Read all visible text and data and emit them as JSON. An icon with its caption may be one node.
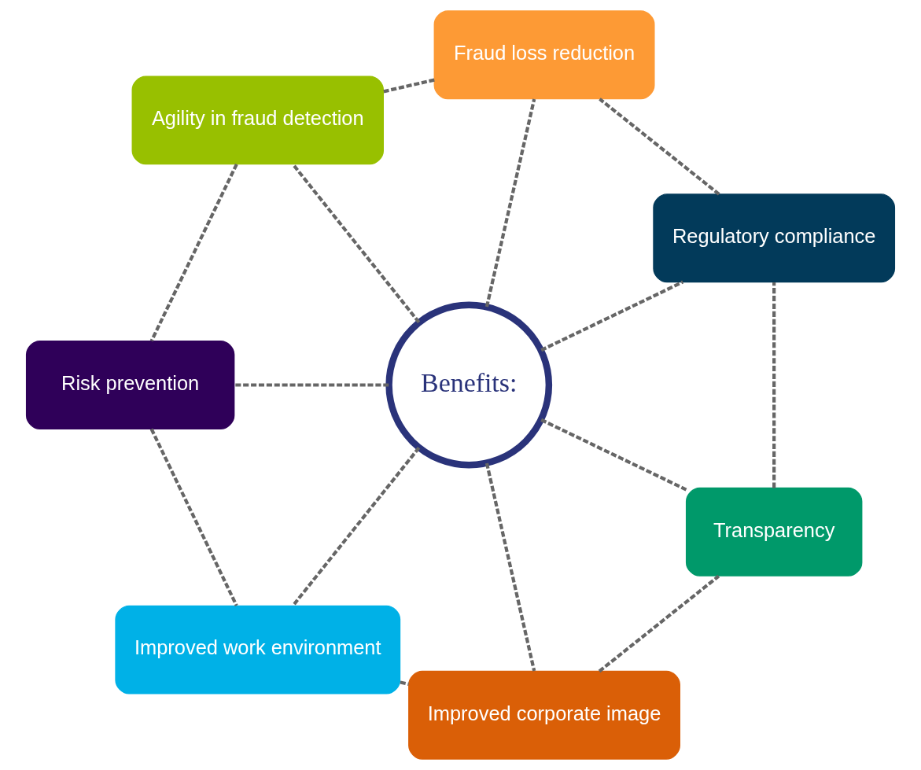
{
  "diagram": {
    "nodes": [
      {
        "text": [
          "Benefits:"
        ]
      },
      {
        "text": [
          "Regulatory compliance"
        ]
      },
      {
        "text": [
          "Fraud loss reduction"
        ]
      },
      {
        "text": [
          "Agility in fraud detection"
        ]
      },
      {
        "text": [
          "Risk prevention"
        ]
      },
      {
        "text": [
          "Improved work environment"
        ]
      },
      {
        "text": [
          "Improved corporate image"
        ]
      },
      {
        "text": [
          "Transparency"
        ]
      }
    ],
    "edges": [
      {
        "from": 0,
        "to": 1,
        "arrow": "none",
        "style": "dashed"
      },
      {
        "from": 0,
        "to": 2,
        "arrow": "none",
        "style": "dashed"
      },
      {
        "from": 0,
        "to": 3,
        "arrow": "none",
        "style": "dashed"
      },
      {
        "from": 0,
        "to": 4,
        "arrow": "none",
        "style": "dashed"
      },
      {
        "from": 0,
        "to": 5,
        "arrow": "none",
        "style": "dashed"
      },
      {
        "from": 0,
        "to": 6,
        "arrow": "none",
        "style": "dashed"
      },
      {
        "from": 0,
        "to": 7,
        "arrow": "none",
        "style": "dashed"
      },
      {
        "from": 1,
        "to": 2,
        "arrow": "none",
        "style": "dashed"
      },
      {
        "from": 2,
        "to": 3,
        "arrow": "none",
        "style": "dashed"
      },
      {
        "from": 3,
        "to": 4,
        "arrow": "none",
        "style": "dashed"
      },
      {
        "from": 4,
        "to": 5,
        "arrow": "none",
        "style": "dashed"
      },
      {
        "from": 5,
        "to": 6,
        "arrow": "none",
        "style": "dashed"
      },
      {
        "from": 6,
        "to": 7,
        "arrow": "none",
        "style": "dashed"
      },
      {
        "from": 7,
        "to": 1,
        "arrow": "none",
        "style": "dashed"
      }
    ]
  }
}
